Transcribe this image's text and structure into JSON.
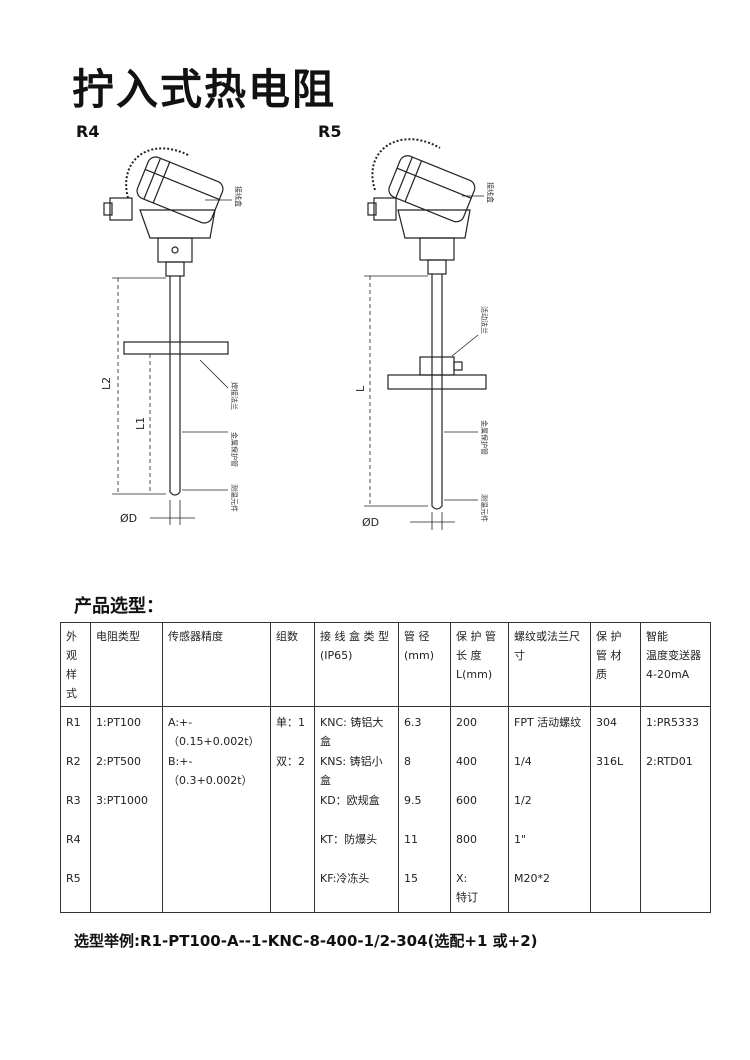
{
  "page": {
    "title": "拧入式热电阻",
    "model_labels": [
      "R4",
      "R5"
    ],
    "section_title": "产品选型：",
    "example": "选型举例:R1-PT100-A--1-KNC-8-400-1/2-304(选配+1 或+2)"
  },
  "drawing_r4": {
    "callouts": [
      "接线盒",
      "焊接法兰",
      "金属保护管",
      "测温元件"
    ],
    "dims": [
      "L2",
      "L1",
      "ØD"
    ]
  },
  "drawing_r5": {
    "callouts": [
      "接线盒",
      "活动法兰",
      "金属保护管",
      "测温元件"
    ],
    "dims": [
      "L",
      "ØD"
    ]
  },
  "table": {
    "headers": [
      [
        "外",
        "观",
        "样",
        "式"
      ],
      [
        "电阻类型"
      ],
      [
        "传感器精度"
      ],
      [
        "组数"
      ],
      [
        "接 线 盒 类 型",
        "(IP65)"
      ],
      [
        "管    径",
        "(mm)"
      ],
      [
        "保 护 管",
        "长    度",
        "L(mm)"
      ],
      [
        "螺纹或法兰尺",
        "寸"
      ],
      [
        "保  护",
        "管  材",
        "质"
      ],
      [
        "智能",
        "温度变送器",
        "4-20mA"
      ]
    ],
    "columns": [
      [
        "R1",
        "R2",
        "R3",
        "R4",
        "R5"
      ],
      [
        "1:PT100",
        "2:PT500",
        "3:PT1000"
      ],
      [
        "A:+-（0.15+0.002t）",
        "B:+-（0.3+0.002t）"
      ],
      [
        "单：1",
        "双：2"
      ],
      [
        "KNC: 铸铝大盒",
        "KNS: 铸铝小盒",
        "KD：欧规盒",
        "KT：防爆头",
        "KF:冷冻头"
      ],
      [
        "6.3",
        "8",
        "9.5",
        "11",
        "15"
      ],
      [
        "200",
        "400",
        "600",
        "800",
        "X:"
      ],
      [
        "FPT 活动螺纹",
        "1/4",
        "1/2",
        "1\"",
        "M20*2"
      ],
      [
        "304",
        "316L"
      ],
      [
        "1:PR5333",
        "2:RTD01"
      ]
    ],
    "extra_note": "特订"
  }
}
